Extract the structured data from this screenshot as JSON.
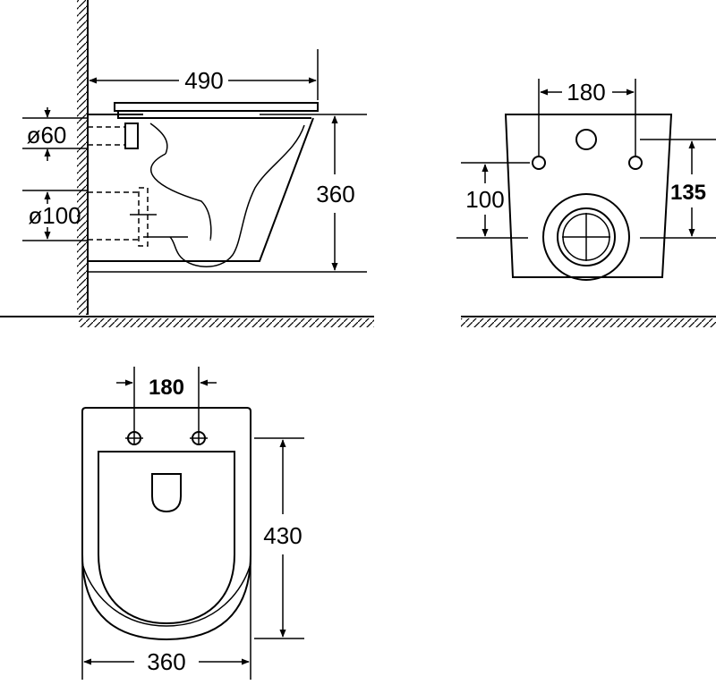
{
  "side_view": {
    "width_label": "490",
    "height_label": "360",
    "inlet_label": "ø60",
    "outlet_label": "ø100"
  },
  "rear_view": {
    "bolt_spacing_label": "180",
    "outlet_height_label": "100",
    "bolt_height_label": "135"
  },
  "top_view": {
    "seat_bolt_spacing_label": "180",
    "length_label": "430",
    "width_label": "360"
  },
  "colors": {
    "line": "#000000",
    "background": "#ffffff"
  }
}
